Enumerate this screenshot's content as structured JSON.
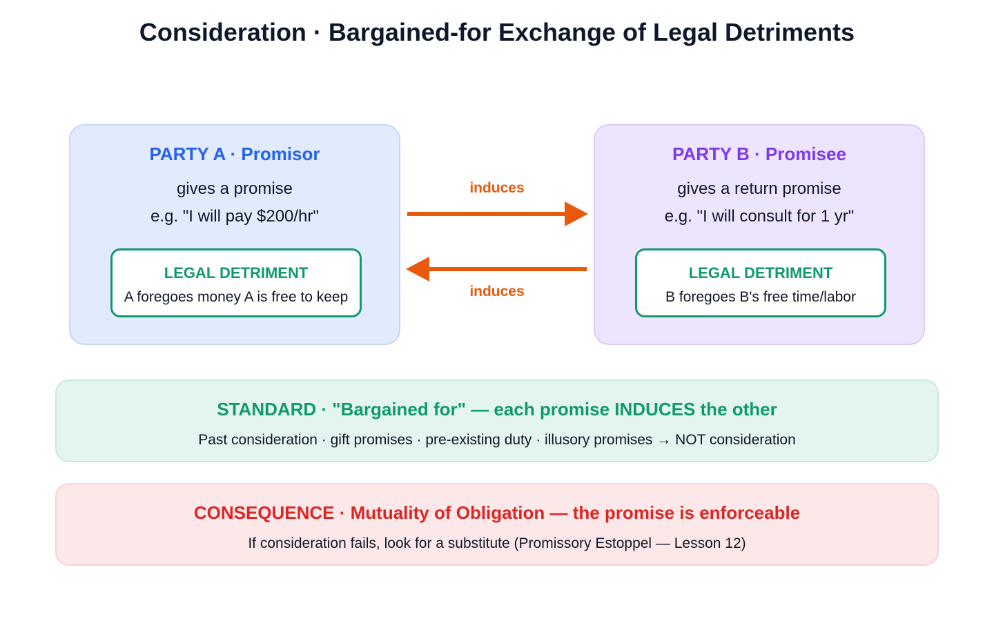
{
  "title": "Consideration · Bargained-for Exchange of Legal Detriments",
  "party_a": {
    "heading": "PARTY A · Promisor",
    "line1": "gives a promise",
    "line2": "e.g. \"I will pay $200/hr\"",
    "detriment_title": "LEGAL DETRIMENT",
    "detriment_text": "A foregoes money A is free to keep"
  },
  "party_b": {
    "heading": "PARTY B · Promisee",
    "line1": "gives a return promise",
    "line2": "e.g. \"I will consult for 1 yr\"",
    "detriment_title": "LEGAL DETRIMENT",
    "detriment_text": "B foregoes B's free time/labor"
  },
  "arrows": {
    "top_label": "induces",
    "bottom_label": "induces",
    "color": "#e8590c"
  },
  "standard": {
    "title": "STANDARD · \"Bargained for\" — each promise INDUCES the other",
    "text": "Past consideration · gift promises · pre-existing duty · illusory promises → NOT consideration"
  },
  "consequence": {
    "title": "CONSEQUENCE · Mutuality of Obligation — the promise is enforceable",
    "text": "If consideration fails, look for a substitute (Promissory Estoppel — Lesson 12)"
  },
  "colors": {
    "party_a_accent": "#2563eb",
    "party_b_accent": "#7c3aed",
    "detriment_accent": "#0f9a6e",
    "consequence_accent": "#dc2626"
  }
}
